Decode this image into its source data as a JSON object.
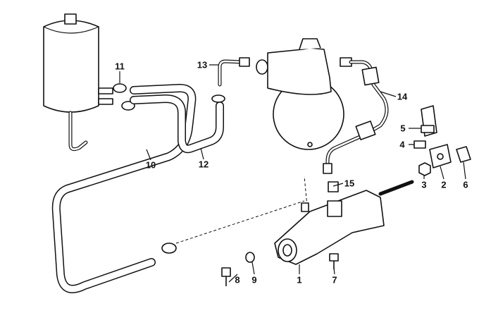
{
  "diagram": {
    "title": "Hydraulic clutch / reservoir parts diagram",
    "callouts": [
      "1",
      "2",
      "3",
      "4",
      "5",
      "6",
      "7",
      "8",
      "9",
      "10",
      "11",
      "12",
      "13",
      "14",
      "15"
    ]
  }
}
